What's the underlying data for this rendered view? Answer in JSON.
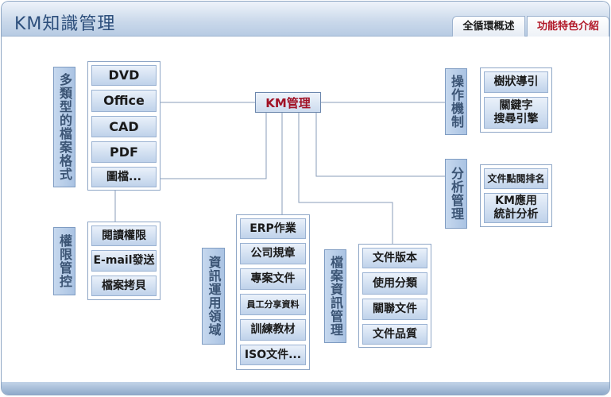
{
  "header": {
    "title": "KM知識管理",
    "tab_overview": "全循環概述",
    "tab_features": "功能特色介紹"
  },
  "hub": "KM管理",
  "groups": {
    "formats": {
      "label": "多類型的檔案格式",
      "items": [
        "DVD",
        "Office",
        "CAD",
        "PDF",
        "圖檔..."
      ]
    },
    "permissions": {
      "label": "權限管控",
      "items": [
        "閱讀權限",
        "E-mail發送",
        "檔案拷貝"
      ]
    },
    "domains": {
      "label": "資訊運用領域",
      "items": [
        "ERP作業",
        "公司規章",
        "專案文件",
        "員工分享資料",
        "訓練教材",
        "ISO文件..."
      ]
    },
    "archive": {
      "label": "檔案資訊管理",
      "items": [
        "文件版本",
        "使用分類",
        "關聯文件",
        "文件品質"
      ]
    },
    "operation": {
      "label": "操作機制",
      "items": [
        "樹狀導引",
        "關鍵字\n搜尋引擎"
      ]
    },
    "analysis": {
      "label": "分析管理",
      "items": [
        "文件點閱排名",
        "KM應用\n統計分析"
      ]
    }
  }
}
